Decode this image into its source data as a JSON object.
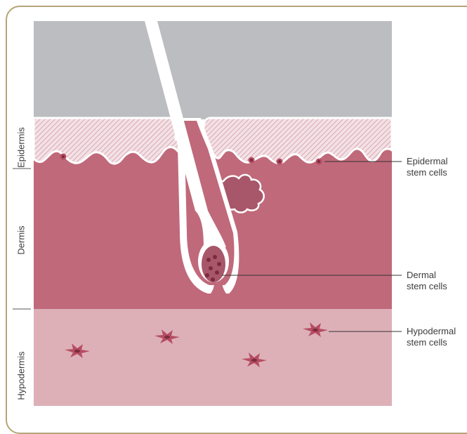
{
  "layers": {
    "epidermis": "Epidermis",
    "dermis": "Dermis",
    "hypodermis": "Hypodermis"
  },
  "callouts": {
    "epidermal": [
      "Epidermal",
      "stem cells"
    ],
    "dermal": [
      "Dermal",
      "stem cells"
    ],
    "hypodermal": [
      "Hypodermal",
      "stem cells"
    ]
  },
  "colors": {
    "frame": "#b5a577",
    "sky": "#bcbdc0",
    "epidermis": "#f0d8dd",
    "dermis": "#c0697a",
    "hypodermis": "#ddb0b8",
    "cell": "#b54d63",
    "cell_nucleus": "#7d2a3d",
    "leader_line": "#333333"
  }
}
